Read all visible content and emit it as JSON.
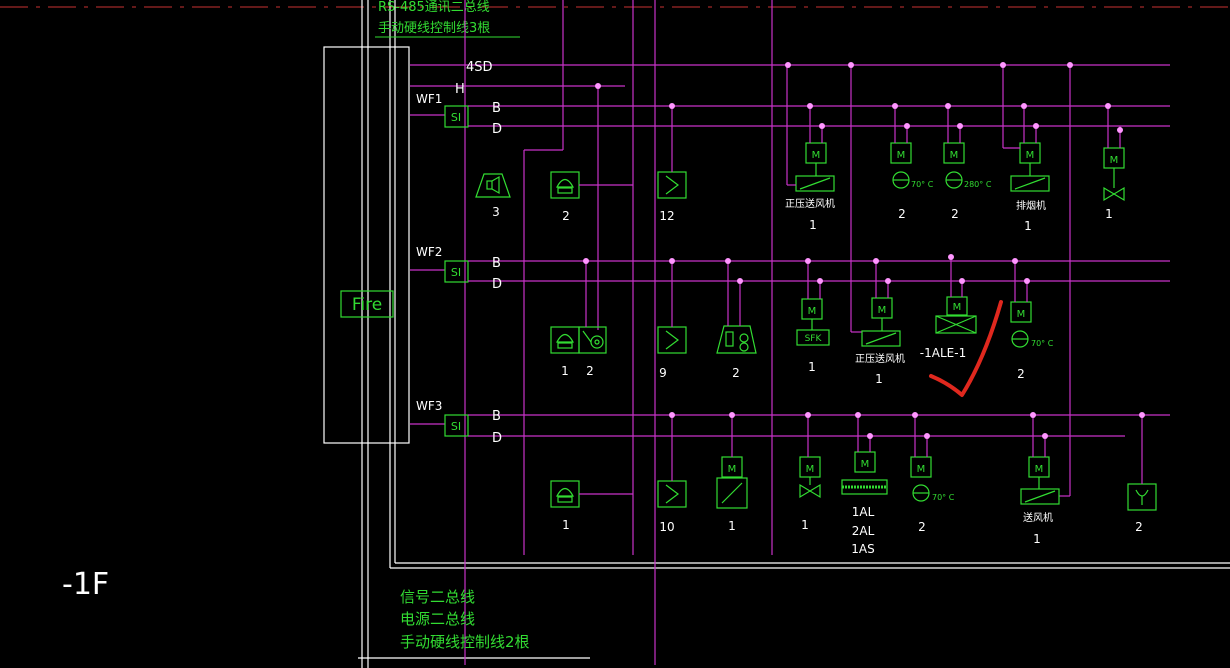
{
  "header_notes": [
    "RS-485通讯二总线",
    "手动硬线控制线3根"
  ],
  "footer_notes": [
    "信号二总线",
    "电源二总线",
    "手动硬线控制线2根"
  ],
  "floor_label": "-1F",
  "panel_label": "Fire",
  "bus_4sd": "4SD",
  "bus_h": "H",
  "bus_b": "B",
  "bus_d": "D",
  "loops": [
    "WF1",
    "WF2",
    "WF3"
  ],
  "isolator": "SI",
  "motor": "M",
  "sfk": "SFK",
  "devices": {
    "wf1": {
      "speaker_count": "3",
      "phone_count": "2",
      "manual_count": "12",
      "pressure_fan_name": "正压送风机",
      "pressure_fan_count": "1",
      "damper70_label": "70° C",
      "damper70_count": "2",
      "damper280_label": "280° C",
      "damper280_count": "2",
      "exhaust_fan_name": "排烟机",
      "exhaust_fan_count": "1",
      "valve_count": "1"
    },
    "wf2": {
      "phone_count": "1",
      "phone_hydrant_count": "2",
      "manual_count": "9",
      "alarm_count": "2",
      "sfk_count": "1",
      "pressure_fan_name": "正压送风机",
      "pressure_fan_count": "1",
      "ale_label": "-1ALE-1",
      "damper_label": "70° C",
      "damper_count": "2"
    },
    "wf3": {
      "phone_count": "1",
      "manual_count": "10",
      "module_count": "1",
      "valve_count": "1",
      "panel_labels": [
        "1AL",
        "2AL",
        "1AS"
      ],
      "damper_label": "70° C",
      "damper_count": "2",
      "supply_fan_name": "送风机",
      "supply_fan_count": "1",
      "flow_count": "2"
    }
  },
  "colors": {
    "background": "#000000",
    "device": "#32dc32",
    "wiring": "#c832c8",
    "frame": "#ffffff",
    "junction": "#ff96ff",
    "frame_dash": "#c83232",
    "annotation_mark": "#e0281e"
  }
}
